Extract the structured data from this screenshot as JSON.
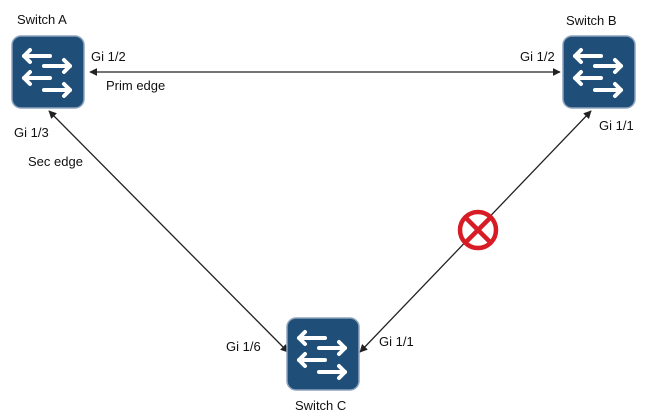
{
  "diagram": {
    "colors": {
      "switch_fill": "#1f4e79",
      "switch_border": "#8fa4bd",
      "link": "#222222",
      "blocked_mark": "#d71c26"
    },
    "switches": [
      {
        "id": "a",
        "name": "Switch A",
        "icon": "switch-icon"
      },
      {
        "id": "b",
        "name": "Switch B",
        "icon": "switch-icon"
      },
      {
        "id": "c",
        "name": "Switch C",
        "icon": "switch-icon"
      }
    ],
    "links": [
      {
        "from": "a",
        "to": "b",
        "from_port": "Gi 1/2",
        "to_port": "Gi 1/2",
        "label": "Prim edge",
        "blocked": false
      },
      {
        "from": "a",
        "to": "c",
        "from_port": "Gi 1/3",
        "to_port": "Gi 1/6",
        "label": "Sec edge",
        "blocked": false
      },
      {
        "from": "b",
        "to": "c",
        "from_port": "Gi 1/1",
        "to_port": "Gi 1/1",
        "label": "",
        "blocked": true,
        "blocked_icon": "blocked-circle-x-icon"
      }
    ]
  }
}
